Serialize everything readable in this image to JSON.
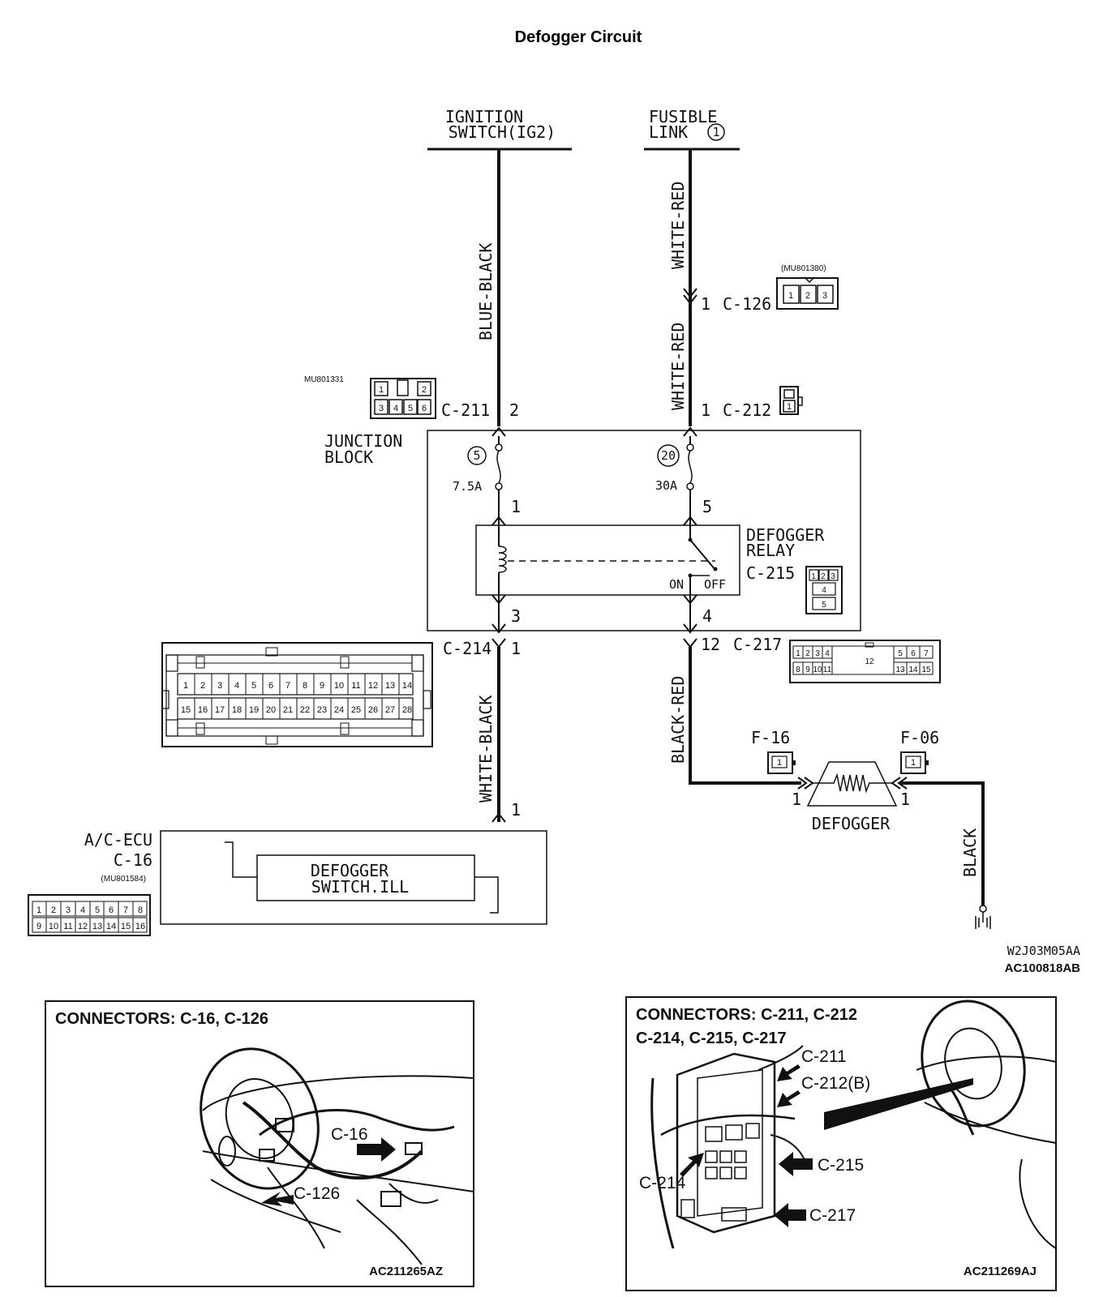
{
  "title": "Defogger Circuit",
  "sources": {
    "ignition_line1": "IGNITION",
    "ignition_line2": "SWITCH(IG2)",
    "fusible_line1": "FUSIBLE",
    "fusible_line2": "LINK",
    "fusible_num": "1"
  },
  "wires": {
    "blue_black": "BLUE-BLACK",
    "white_red_top": "WHITE-RED",
    "white_red_mid": "WHITE-RED",
    "white_black": "WHITE-BLACK",
    "black_red": "BLACK-RED",
    "black": "BLACK"
  },
  "connectors": {
    "c126": "C-126",
    "c126_pin": "1",
    "c126_part": "(MU801380)",
    "c126_pins": [
      "1",
      "2",
      "3"
    ],
    "c211": "C-211",
    "c211_pin": "2",
    "c211_part": "MU801331",
    "c211_pins_top": [
      "1",
      "2"
    ],
    "c211_pins_bottom": [
      "3",
      "4",
      "5",
      "6"
    ],
    "c212": "C-212",
    "c212_pin": "1",
    "c212_pins": [
      "1"
    ],
    "c214": "C-214",
    "c214_pin": "1",
    "c214_pins_top": [
      "1",
      "2",
      "3",
      "4",
      "5",
      "6",
      "7",
      "8",
      "9",
      "10",
      "11",
      "12",
      "13",
      "14"
    ],
    "c214_pins_bottom": [
      "15",
      "16",
      "17",
      "18",
      "19",
      "20",
      "21",
      "22",
      "23",
      "24",
      "25",
      "26",
      "27",
      "28"
    ],
    "c215": "C-215",
    "c215_pins_top": [
      "1",
      "2",
      "3"
    ],
    "c215_pin4": "4",
    "c215_pin5": "5",
    "c217": "C-217",
    "c217_pin": "12",
    "c217_pins_topleft": [
      "1",
      "2",
      "3",
      "4"
    ],
    "c217_pins_bottomleft": [
      "8",
      "9",
      "10",
      "11"
    ],
    "c217_pins_topright": [
      "5",
      "6",
      "7"
    ],
    "c217_pins_bottomright": [
      "13",
      "14",
      "15"
    ],
    "c217_center": "12",
    "f16": "F-16",
    "f06": "F-06",
    "f_pin": "1",
    "c16": "C-16",
    "c16_part": "(MU801584)",
    "c16_pins_top": [
      "1",
      "2",
      "3",
      "4",
      "5",
      "6",
      "7",
      "8"
    ],
    "c16_pins_bottom": [
      "9",
      "10",
      "11",
      "12",
      "13",
      "14",
      "15",
      "16"
    ]
  },
  "junction_block": {
    "label_line1": "JUNCTION",
    "label_line2": "BLOCK",
    "fuse_left_num": "5",
    "fuse_left_rating": "7.5A",
    "fuse_right_num": "20",
    "fuse_right_rating": "30A",
    "relay_line1": "DEFOGGER",
    "relay_line2": "RELAY",
    "on": "ON",
    "off": "OFF",
    "pin_1": "1",
    "pin_3": "3",
    "pin_4": "4",
    "pin_5": "5"
  },
  "ecu": {
    "label_line1": "A/C-ECU",
    "switch_line1": "DEFOGGER",
    "switch_line2": "SWITCH.ILL",
    "pin": "1"
  },
  "defogger": {
    "label": "DEFOGGER",
    "pin_left": "1",
    "pin_right": "1"
  },
  "codes": {
    "code1": "W2J03M05AA",
    "code2": "AC100818AB"
  },
  "locator_left": {
    "title": "CONNECTORS: C-16, C-126",
    "callout_c16": "C-16",
    "callout_c126": "C-126",
    "code": "AC211265AZ"
  },
  "locator_right": {
    "title_line1": "CONNECTORS: C-211, C-212",
    "title_line2": "C-214, C-215, C-217",
    "callout_c211": "C-211",
    "callout_c212": "C-212(B)",
    "callout_c215": "C-215",
    "callout_c214": "C-214",
    "callout_c217": "C-217",
    "code": "AC211269AJ"
  }
}
